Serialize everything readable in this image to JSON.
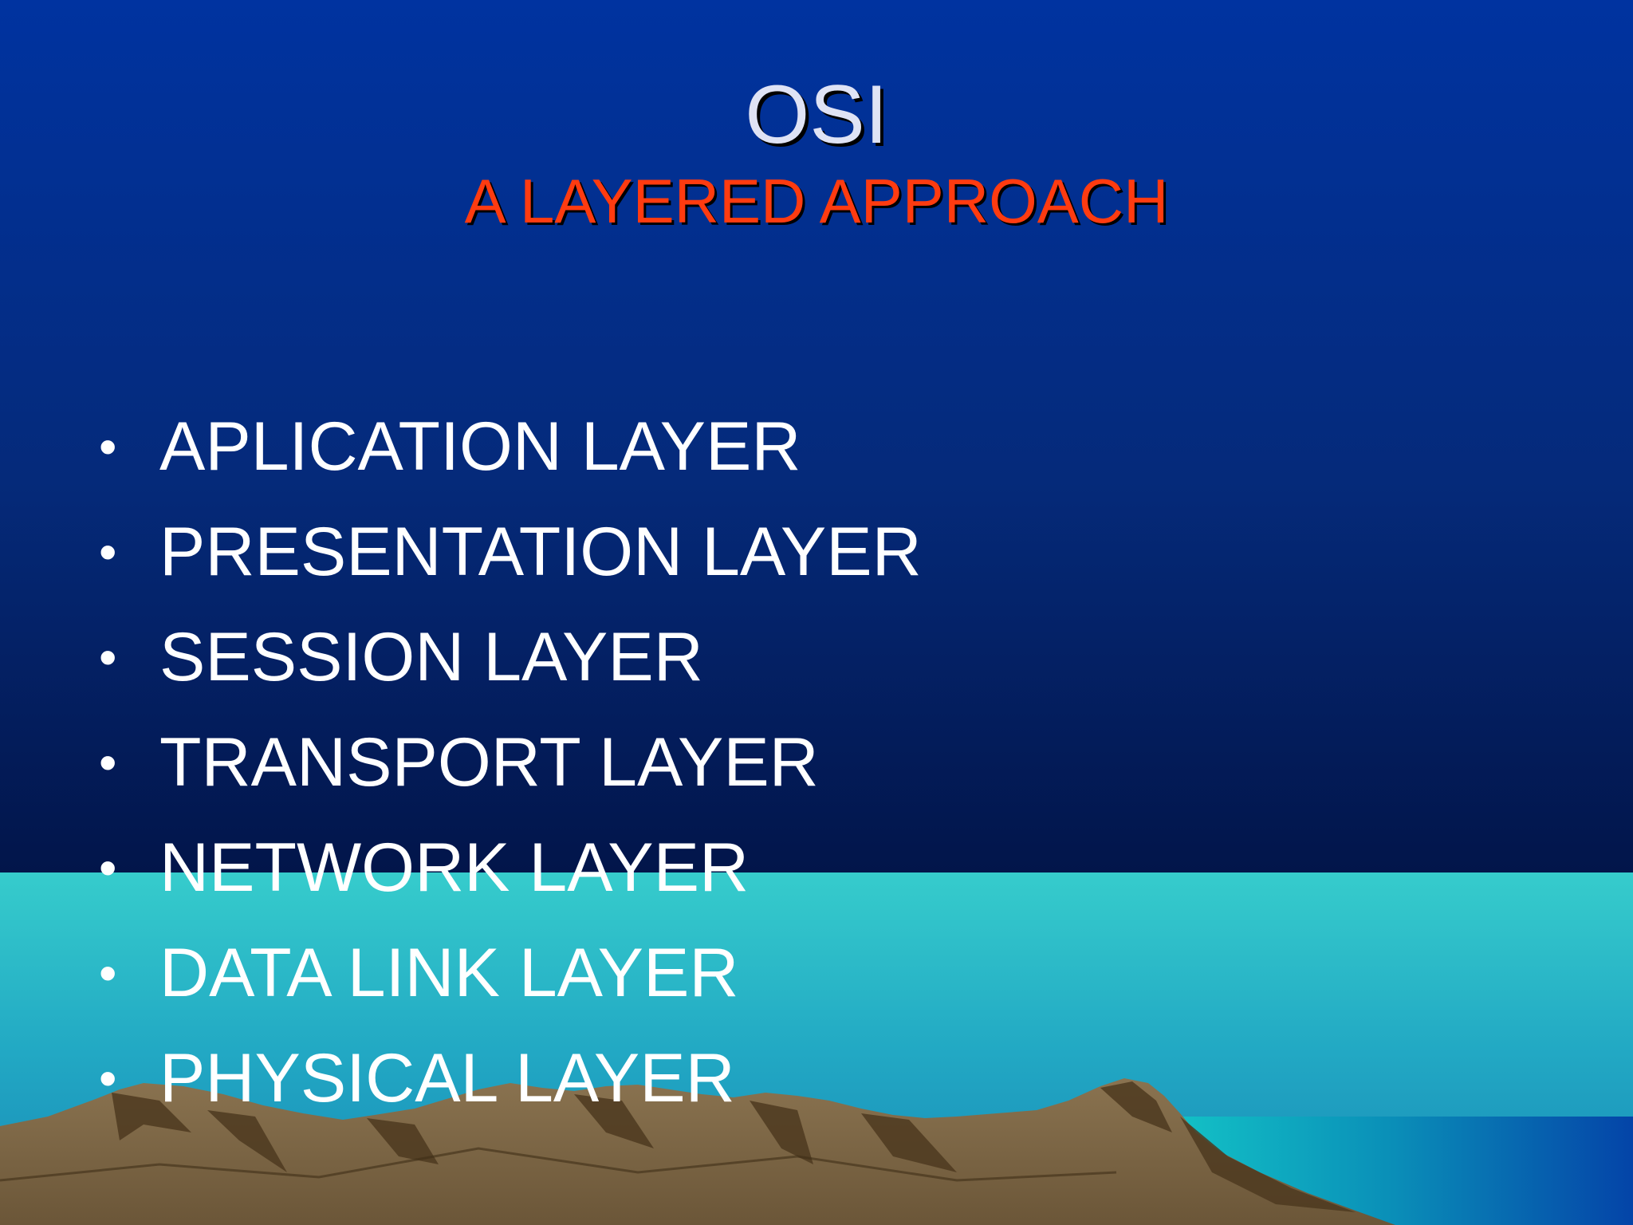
{
  "slide": {
    "title": "OSI",
    "subtitle": "A LAYERED APPROACH",
    "bullet_glyph": "•",
    "bullets": [
      "APLICATION LAYER",
      "PRESENTATION LAYER",
      "SESSION LAYER",
      "TRANSPORT LAYER",
      "NETWORK LAYER",
      "DATA LINK LAYER",
      "PHYSICAL LAYER"
    ]
  },
  "colors": {
    "sky_top": "#0033a0",
    "sky_bottom": "#02154a",
    "sea": "#33c9cc",
    "mountains": "#7a6445",
    "title_text": "#dfe3f5",
    "subtitle_text": "#ff3b10",
    "bullet_text": "#ffffff"
  }
}
